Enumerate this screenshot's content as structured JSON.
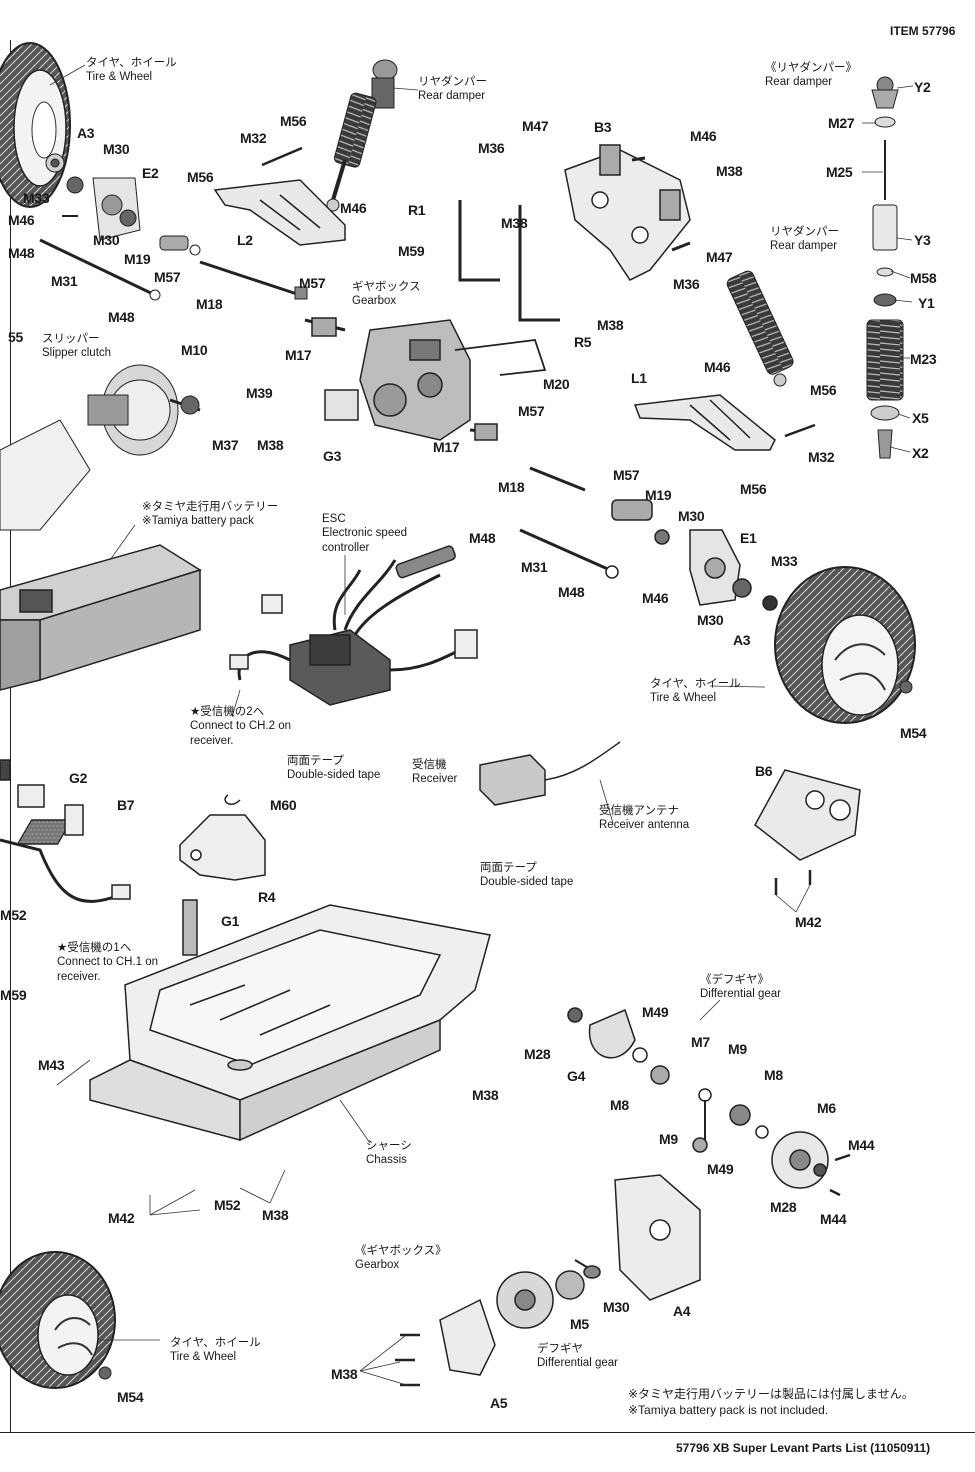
{
  "header": {
    "item_label": "ITEM 57796"
  },
  "footer": {
    "parts_list": "57796 XB Super Levant Parts List (11050911)"
  },
  "notes": {
    "battery_jp": "※タミヤ走行用バッテリーは製品には付属しません。",
    "battery_en": "※Tamiya battery pack is not included."
  },
  "captions": {
    "tire_wheel_tl": {
      "jp": "タイヤ、ホイール",
      "en": "Tire & Wheel"
    },
    "rear_damper_l": {
      "jp": "リヤダンパー",
      "en": "Rear damper"
    },
    "rear_damper_header": {
      "jp": "《リヤダンパー》",
      "en": "Rear damper"
    },
    "rear_damper_r": {
      "jp": "リヤダンパー",
      "en": "Rear damper"
    },
    "gearbox_center": {
      "jp": "ギヤボックス",
      "en": "Gearbox"
    },
    "slipper_clutch": {
      "jp": "スリッパー",
      "en": "Slipper clutch"
    },
    "battery_pack": {
      "jp": "※タミヤ走行用バッテリー",
      "en": "※Tamiya battery pack"
    },
    "esc": {
      "jp": "ESC",
      "en": "Electronic speed",
      "en2": "controller"
    },
    "ch2": {
      "jp": "★受信機の2へ",
      "en": "Connect to CH.2 on",
      "en2": "receiver."
    },
    "tape_1": {
      "jp": "両面テープ",
      "en": "Double-sided tape"
    },
    "receiver": {
      "jp": "受信機",
      "en": "Receiver"
    },
    "antenna": {
      "jp": "受信機アンテナ",
      "en": "Receiver antenna"
    },
    "tape_2": {
      "jp": "両面テープ",
      "en": "Double-sided tape"
    },
    "tire_wheel_mr": {
      "jp": "タイヤ、ホイール",
      "en": "Tire & Wheel"
    },
    "ch1": {
      "jp": "★受信機の1へ",
      "en": "Connect to CH.1 on",
      "en2": "receiver."
    },
    "chassis": {
      "jp": "シャーシ",
      "en": "Chassis"
    },
    "diff_header": {
      "jp": "《デフギヤ》",
      "en": "Differential gear"
    },
    "gearbox_header": {
      "jp": "《ギヤボックス》",
      "en": "Gearbox"
    },
    "diff_gear": {
      "jp": "デフギヤ",
      "en": "Differential gear"
    },
    "tire_wheel_bl": {
      "jp": "タイヤ、ホイール",
      "en": "Tire & Wheel"
    }
  },
  "part_labels": {
    "y2": "Y2",
    "m27": "M27",
    "m25": "M25",
    "y3": "Y3",
    "m58": "M58",
    "y1": "Y1",
    "m23": "M23",
    "x5": "X5",
    "x2": "X2",
    "a3_l": "A3",
    "m30_l1": "M30",
    "m33_l": "M33",
    "e2": "E2",
    "m46_l": "M46",
    "m30_l2": "M30",
    "m48_l1": "M48",
    "m19_l": "M19",
    "m31_l": "M31",
    "m57_l": "M57",
    "m48_l2": "M48",
    "m18_l": "M18",
    "m56_a": "M56",
    "m32_a": "M32",
    "m56_b": "M56",
    "m46_a": "M46",
    "l2": "L2",
    "m57_a": "M57",
    "m17_a": "M17",
    "m47_a": "M47",
    "b3": "B3",
    "m46_b": "M46",
    "m36_a": "M36",
    "m38_a": "M38",
    "r1": "R1",
    "m38_b": "M38",
    "m59_a": "M59",
    "m47_b": "M47",
    "m36_b": "M36",
    "m38_c": "M38",
    "r5": "R5",
    "m20": "M20",
    "num55": "55",
    "m10": "M10",
    "m39": "M39",
    "m37": "M37",
    "m38_d": "M38",
    "g3": "G3",
    "m17_b": "M17",
    "m57_b": "M57",
    "l1": "L1",
    "m46_c": "M46",
    "m56_c": "M56",
    "m32_b": "M32",
    "m56_d": "M56",
    "m18_b": "M18",
    "m57_c": "M57",
    "m19_b": "M19",
    "m30_b": "M30",
    "e1": "E1",
    "m48_b": "M48",
    "m31_b": "M31",
    "m48_c": "M48",
    "m46_d": "M46",
    "m33_b": "M33",
    "m30_c": "M30",
    "a3_b": "A3",
    "m54_a": "M54",
    "g2": "G2",
    "b7": "B7",
    "m60": "M60",
    "r4": "R4",
    "m52_a": "M52",
    "g1": "G1",
    "m59_b": "M59",
    "m43": "M43",
    "b6": "B6",
    "m42_a": "M42",
    "m38_e": "M38",
    "m42_b": "M42",
    "m52_b": "M52",
    "m38_f": "M38",
    "m49_a": "M49",
    "m28_a": "M28",
    "g4": "G4",
    "m7": "M7",
    "m9_a": "M9",
    "m8_a": "M8",
    "m8_b": "M8",
    "m6": "M6",
    "m9_b": "M9",
    "m44_a": "M44",
    "m49_b": "M49",
    "m28_b": "M28",
    "m44_b": "M44",
    "m30_d": "M30",
    "a4": "A4",
    "m5": "M5",
    "m38_g": "M38",
    "a5": "A5",
    "m54_b": "M54"
  },
  "colors": {
    "ink": "#1a1a1a",
    "part_gray": "#9a9a9a",
    "dark_part": "#4a4a4a",
    "tape": "#6e6e6e"
  }
}
